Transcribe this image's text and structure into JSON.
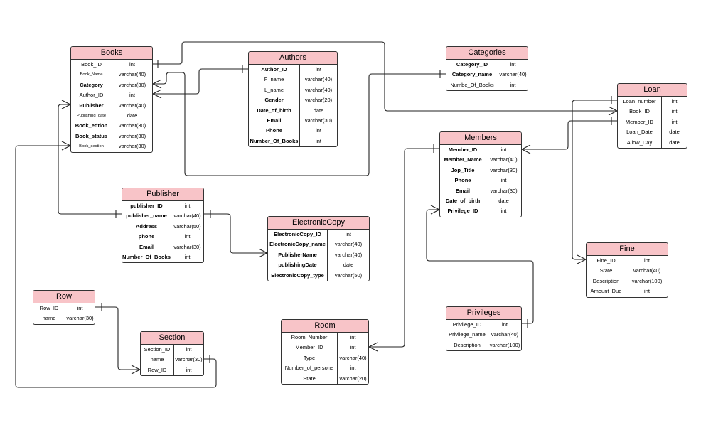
{
  "entities": [
    {
      "id": "books",
      "name": "Books",
      "attrs": [
        {
          "n": "Book_ID",
          "t": "int"
        },
        {
          "n": "Book_Name",
          "t": "varchar(40)",
          "s": "tiny"
        },
        {
          "n": "Category",
          "t": "varchar(30)",
          "s": "b"
        },
        {
          "n": "Author_ID",
          "t": "int"
        },
        {
          "n": "Publisher",
          "t": "varchar(40)",
          "s": "b"
        },
        {
          "n": "Publishing_date",
          "t": "date",
          "s": "tiny"
        },
        {
          "n": "Book_edtion",
          "t": "varchar(30)",
          "s": "b"
        },
        {
          "n": "Book_status",
          "t": "varchar(30)",
          "s": "b"
        },
        {
          "n": "Book_section",
          "t": "varchar(30)",
          "s": "tiny"
        }
      ]
    },
    {
      "id": "authors",
      "name": "Authors",
      "attrs": [
        {
          "n": "Author_ID",
          "t": "int",
          "s": "b"
        },
        {
          "n": "F_name",
          "t": "varchar(40)"
        },
        {
          "n": "L_name",
          "t": "varchar(40)"
        },
        {
          "n": "Gender",
          "t": "varchar(20)",
          "s": "b"
        },
        {
          "n": "Date_of_birth",
          "t": "date",
          "s": "b"
        },
        {
          "n": "Email",
          "t": "varchar(30)",
          "s": "b"
        },
        {
          "n": "Phone",
          "t": "int",
          "s": "b"
        },
        {
          "n": "Number_Of_Books",
          "t": "int",
          "s": "b"
        }
      ]
    },
    {
      "id": "categories",
      "name": "Categories",
      "attrs": [
        {
          "n": "Category_ID",
          "t": "int",
          "s": "b"
        },
        {
          "n": "Category_name",
          "t": "varchar(40)",
          "s": "b"
        },
        {
          "n": "Numbe_Of_Books",
          "t": "int"
        }
      ]
    },
    {
      "id": "loan",
      "name": "Loan",
      "attrs": [
        {
          "n": "Loan_number",
          "t": "int"
        },
        {
          "n": "Book_ID",
          "t": "int"
        },
        {
          "n": "Member_ID",
          "t": "int"
        },
        {
          "n": "Loan_Date",
          "t": "date"
        },
        {
          "n": "Allow_Day",
          "t": "date"
        }
      ]
    },
    {
      "id": "members",
      "name": "Members",
      "attrs": [
        {
          "n": "Member_ID",
          "t": "int",
          "s": "b"
        },
        {
          "n": "Member_Name",
          "t": "varchar(40)",
          "s": "b"
        },
        {
          "n": "Jop_Title",
          "t": "varchar(30)",
          "s": "b"
        },
        {
          "n": "Phone",
          "t": "int",
          "s": "b"
        },
        {
          "n": "Email",
          "t": "varchar(30)",
          "s": "b"
        },
        {
          "n": "Date_of_birth",
          "t": "date",
          "s": "b"
        },
        {
          "n": "Privilege_ID",
          "t": "int",
          "s": "b"
        }
      ]
    },
    {
      "id": "publisher",
      "name": "Publisher",
      "attrs": [
        {
          "n": "publisher_ID",
          "t": "int",
          "s": "b"
        },
        {
          "n": "publisher_name",
          "t": "varchar(40)",
          "s": "b"
        },
        {
          "n": "Address",
          "t": "varchar(50)",
          "s": "b"
        },
        {
          "n": "phone",
          "t": "int",
          "s": "b"
        },
        {
          "n": "Email",
          "t": "varchar(30)",
          "s": "b"
        },
        {
          "n": "Number_Of_Books",
          "t": "int",
          "s": "b"
        }
      ]
    },
    {
      "id": "electroniccopy",
      "name": "ElectronicCopy",
      "attrs": [
        {
          "n": "ElectronicCopy_ID",
          "t": "int",
          "s": "b"
        },
        {
          "n": "ElectronicCopy_name",
          "t": "varchar(40)",
          "s": "b"
        },
        {
          "n": "PublisherName",
          "t": "varchar(40)",
          "s": "b"
        },
        {
          "n": "publishingDate",
          "t": "date",
          "s": "b"
        },
        {
          "n": "ElectronicCopy_type",
          "t": "varchar(50)",
          "s": "b"
        }
      ]
    },
    {
      "id": "fine",
      "name": "Fine",
      "attrs": [
        {
          "n": "Fine_ID",
          "t": "int"
        },
        {
          "n": "State",
          "t": "varchar(40)"
        },
        {
          "n": "Description",
          "t": "varchar(100)"
        },
        {
          "n": "Amount_Due",
          "t": "int"
        }
      ]
    },
    {
      "id": "row",
      "name": "Row",
      "attrs": [
        {
          "n": "Row_ID",
          "t": "int"
        },
        {
          "n": "name",
          "t": "varchar(30)"
        }
      ]
    },
    {
      "id": "section",
      "name": "Section",
      "attrs": [
        {
          "n": "Section_ID",
          "t": "int"
        },
        {
          "n": "name",
          "t": "varchar(30)"
        },
        {
          "n": "Row_ID",
          "t": "int"
        }
      ]
    },
    {
      "id": "room",
      "name": "Room",
      "attrs": [
        {
          "n": "Room_Number",
          "t": "int"
        },
        {
          "n": "Member_ID",
          "t": "int"
        },
        {
          "n": "Type",
          "t": "varchar(40)"
        },
        {
          "n": "Number_of_persone",
          "t": "int"
        },
        {
          "n": "State",
          "t": "varchar(20)"
        }
      ]
    },
    {
      "id": "privileges",
      "name": "Privileges",
      "attrs": [
        {
          "n": "Privilege_ID",
          "t": "int"
        },
        {
          "n": "Privilege_name",
          "t": "varchar(40)"
        },
        {
          "n": "Description",
          "t": "varchar(100)"
        }
      ]
    }
  ]
}
